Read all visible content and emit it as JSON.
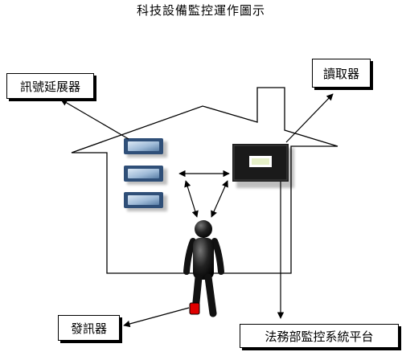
{
  "title": "科技設備監控運作圖示",
  "labels": {
    "extender": "訊號延展器",
    "reader": "讀取器",
    "tag": "發訊器",
    "platform": "法務部監控系統平台"
  },
  "colors": {
    "stroke": "#000000",
    "device_blue": "#2f4f78",
    "device_light": "#b9cfe6",
    "reader_body": "#1a1a1a",
    "reader_screen": "#e6f0c8",
    "ankle_band": "#e00000"
  },
  "icons": [
    "house-outline",
    "signal-extender-icon",
    "reader-device-icon",
    "person-icon",
    "ankle-monitor-icon"
  ]
}
